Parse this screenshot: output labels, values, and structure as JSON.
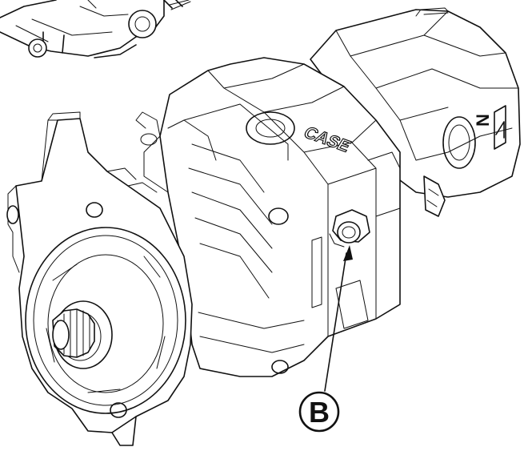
{
  "diagram": {
    "callouts": [
      {
        "label": "B"
      }
    ],
    "part_marking": "CASE",
    "cover_marking": "N",
    "line_color": "#111111",
    "background": "#ffffff"
  }
}
